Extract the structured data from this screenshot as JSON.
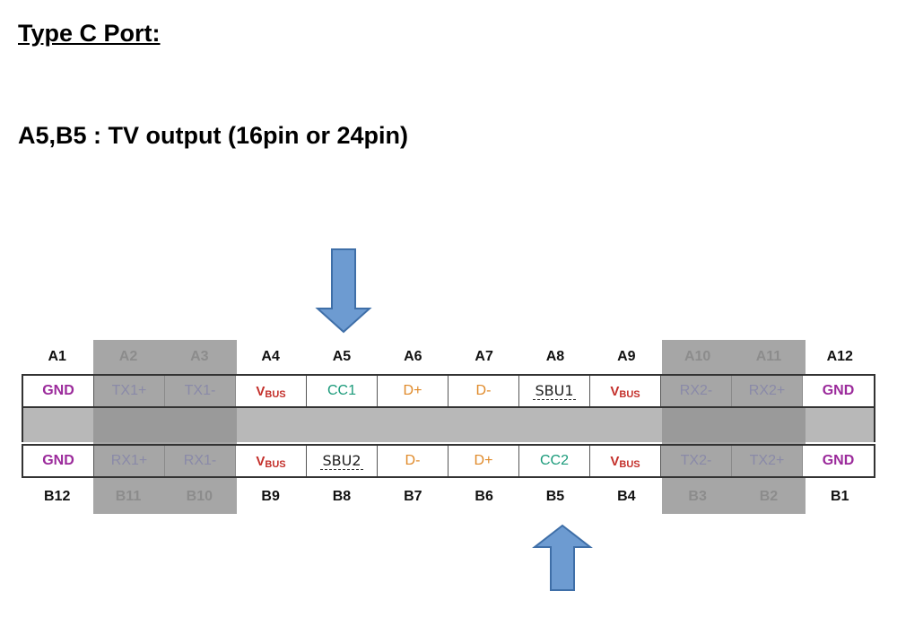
{
  "title": "Type C Port:",
  "subtitle": "A5,B5 : TV output (16pin or 24pin)",
  "colors": {
    "gnd": "#9b2a9b",
    "vbus": "#c4302b",
    "cc": "#1a9a7a",
    "data": "#e08a2a",
    "sbu": "#222222",
    "faded": "#8a8aa8",
    "shade": "#a6a6a6",
    "arrow_fill": "#6d9bd1",
    "arrow_stroke": "#3f6fa8"
  },
  "top_labels": [
    "A1",
    "A2",
    "A3",
    "A4",
    "A5",
    "A6",
    "A7",
    "A8",
    "A9",
    "A10",
    "A11",
    "A12"
  ],
  "bottom_labels": [
    "B12",
    "B11",
    "B10",
    "B9",
    "B8",
    "B7",
    "B6",
    "B5",
    "B4",
    "B3",
    "B2",
    "B1"
  ],
  "top_pins": [
    {
      "text": "GND",
      "kind": "gnd"
    },
    {
      "text": "TX1+",
      "kind": "faded"
    },
    {
      "text": "TX1-",
      "kind": "faded"
    },
    {
      "text": "V",
      "sub": "BUS",
      "kind": "vbus"
    },
    {
      "text": "CC1",
      "kind": "cc"
    },
    {
      "text": "D+",
      "kind": "data"
    },
    {
      "text": "D-",
      "kind": "data"
    },
    {
      "text": "SBU1",
      "kind": "sbu"
    },
    {
      "text": "V",
      "sub": "BUS",
      "kind": "vbus"
    },
    {
      "text": "RX2-",
      "kind": "faded"
    },
    {
      "text": "RX2+",
      "kind": "faded"
    },
    {
      "text": "GND",
      "kind": "gnd"
    }
  ],
  "bottom_pins": [
    {
      "text": "GND",
      "kind": "gnd"
    },
    {
      "text": "RX1+",
      "kind": "faded"
    },
    {
      "text": "RX1-",
      "kind": "faded"
    },
    {
      "text": "V",
      "sub": "BUS",
      "kind": "vbus"
    },
    {
      "text": "SBU2",
      "kind": "sbu"
    },
    {
      "text": "D-",
      "kind": "data"
    },
    {
      "text": "D+",
      "kind": "data"
    },
    {
      "text": "CC2",
      "kind": "cc"
    },
    {
      "text": "V",
      "sub": "BUS",
      "kind": "vbus"
    },
    {
      "text": "TX2-",
      "kind": "faded"
    },
    {
      "text": "TX2+",
      "kind": "faded"
    },
    {
      "text": "GND",
      "kind": "gnd"
    }
  ],
  "arrows": [
    {
      "direction": "down-arrow",
      "points_to": "A5"
    },
    {
      "direction": "up-arrow",
      "points_to": "B5"
    }
  ]
}
